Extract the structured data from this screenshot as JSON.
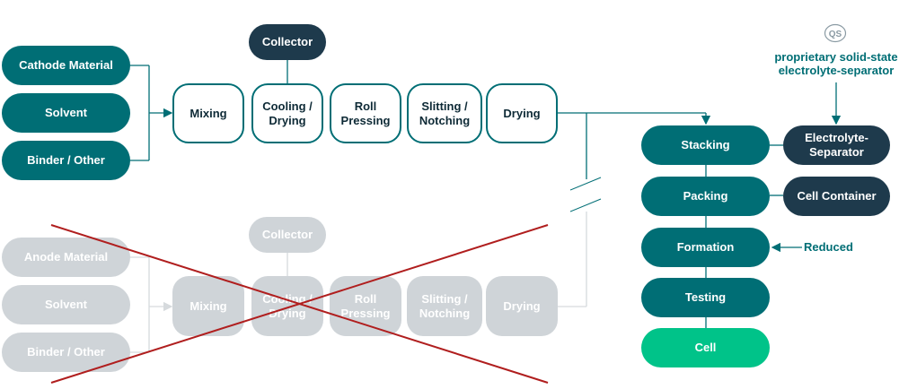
{
  "cathode_inputs": [
    "Cathode Material",
    "Solvent",
    "Binder / Other"
  ],
  "anode_inputs": [
    "Anode Material",
    "Solvent",
    "Binder / Other"
  ],
  "collector_top": "Collector",
  "collector_bottom": "Collector",
  "process_top": [
    "Mixing",
    "Cooling / Drying",
    "Roll Pressing",
    "Slitting / Notching",
    "Drying"
  ],
  "process_bottom": [
    "Mixing",
    "Cooling / Drying",
    "Roll Pressing",
    "Slitting / Notching",
    "Drying"
  ],
  "assembly": [
    "Stacking",
    "Packing",
    "Formation",
    "Testing",
    "Cell"
  ],
  "side_inputs": {
    "electrolyte_separator": "Electrolyte-Separator",
    "cell_container": "Cell Container",
    "reduced": "Reduced"
  },
  "callout": {
    "logo_text": "QS",
    "text": "proprietary solid-state electrolyte-separator"
  },
  "colors": {
    "teal": "#006e75",
    "dark_navy": "#1e3a4c",
    "green": "#00c389",
    "grey": "#cfd4d8",
    "cross_red": "#b01e1e"
  }
}
